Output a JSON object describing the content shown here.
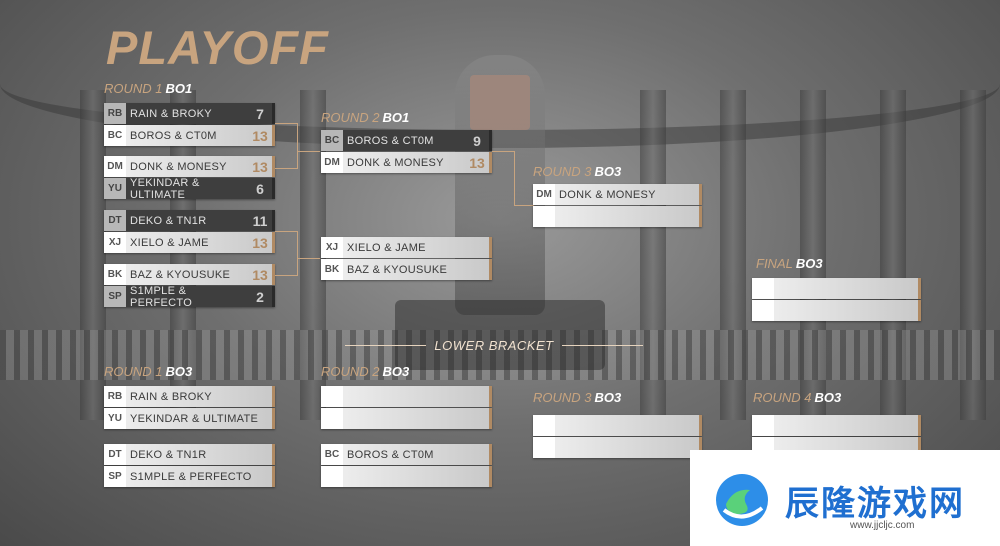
{
  "title": "PLAYOFF",
  "upper": {
    "r1": {
      "label": "ROUND 1",
      "format": "BO1"
    },
    "r2": {
      "label": "ROUND 2",
      "format": "BO1"
    },
    "r3": {
      "label": "ROUND 3",
      "format": "BO3"
    },
    "final": {
      "label": "FINAL",
      "format": "BO3"
    },
    "r1_matches": [
      {
        "a": {
          "abbr": "RB",
          "name": "RAIN & BROKY",
          "score": "7"
        },
        "b": {
          "abbr": "BC",
          "name": "BOROS & CT0M",
          "score": "13"
        }
      },
      {
        "a": {
          "abbr": "DM",
          "name": "DONK & MONESY",
          "score": "13"
        },
        "b": {
          "abbr": "YU",
          "name": "YEKINDAR & ULTIMATE",
          "score": "6"
        }
      },
      {
        "a": {
          "abbr": "DT",
          "name": "DEKO & TN1R",
          "score": "11"
        },
        "b": {
          "abbr": "XJ",
          "name": "XIELO & JAME",
          "score": "13"
        }
      },
      {
        "a": {
          "abbr": "BK",
          "name": "BAZ & KYOUSUKE",
          "score": "13"
        },
        "b": {
          "abbr": "SP",
          "name": "S1MPLE & PERFECTO",
          "score": "2"
        }
      }
    ],
    "r2_matches": [
      {
        "a": {
          "abbr": "BC",
          "name": "BOROS & CT0M",
          "score": "9"
        },
        "b": {
          "abbr": "DM",
          "name": "DONK & MONESY",
          "score": "13"
        }
      },
      {
        "a": {
          "abbr": "XJ",
          "name": "XIELO & JAME",
          "score": ""
        },
        "b": {
          "abbr": "BK",
          "name": "BAZ & KYOUSUKE",
          "score": ""
        }
      }
    ],
    "r3_match": {
      "a": {
        "abbr": "DM",
        "name": "DONK & MONESY",
        "score": ""
      },
      "b": {
        "abbr": "",
        "name": "",
        "score": ""
      }
    }
  },
  "lower_bracket_label": "LOWER BRACKET",
  "lower": {
    "r1": {
      "label": "ROUND 1",
      "format": "BO3"
    },
    "r2": {
      "label": "ROUND 2",
      "format": "BO3"
    },
    "r3": {
      "label": "ROUND 3",
      "format": "BO3"
    },
    "r4": {
      "label": "ROUND 4",
      "format": "BO3"
    },
    "r1_matches": [
      {
        "a": {
          "abbr": "RB",
          "name": "RAIN & BROKY"
        },
        "b": {
          "abbr": "YU",
          "name": "YEKINDAR & ULTIMATE"
        }
      },
      {
        "a": {
          "abbr": "DT",
          "name": "DEKO & TN1R"
        },
        "b": {
          "abbr": "SP",
          "name": "S1MPLE & PERFECTO"
        }
      }
    ],
    "r2_matches": [
      {
        "a": {
          "abbr": "",
          "name": ""
        },
        "b": {
          "abbr": "",
          "name": ""
        }
      },
      {
        "a": {
          "abbr": "BC",
          "name": "BOROS & CT0M"
        },
        "b": {
          "abbr": "",
          "name": ""
        }
      }
    ]
  },
  "watermark": {
    "text": "辰隆游戏网",
    "url": "www.jjcljc.com"
  },
  "colors": {
    "accent": "#c8a47f",
    "loser_row": "#3e3e3e",
    "winner_row": "#f2f2f2"
  }
}
